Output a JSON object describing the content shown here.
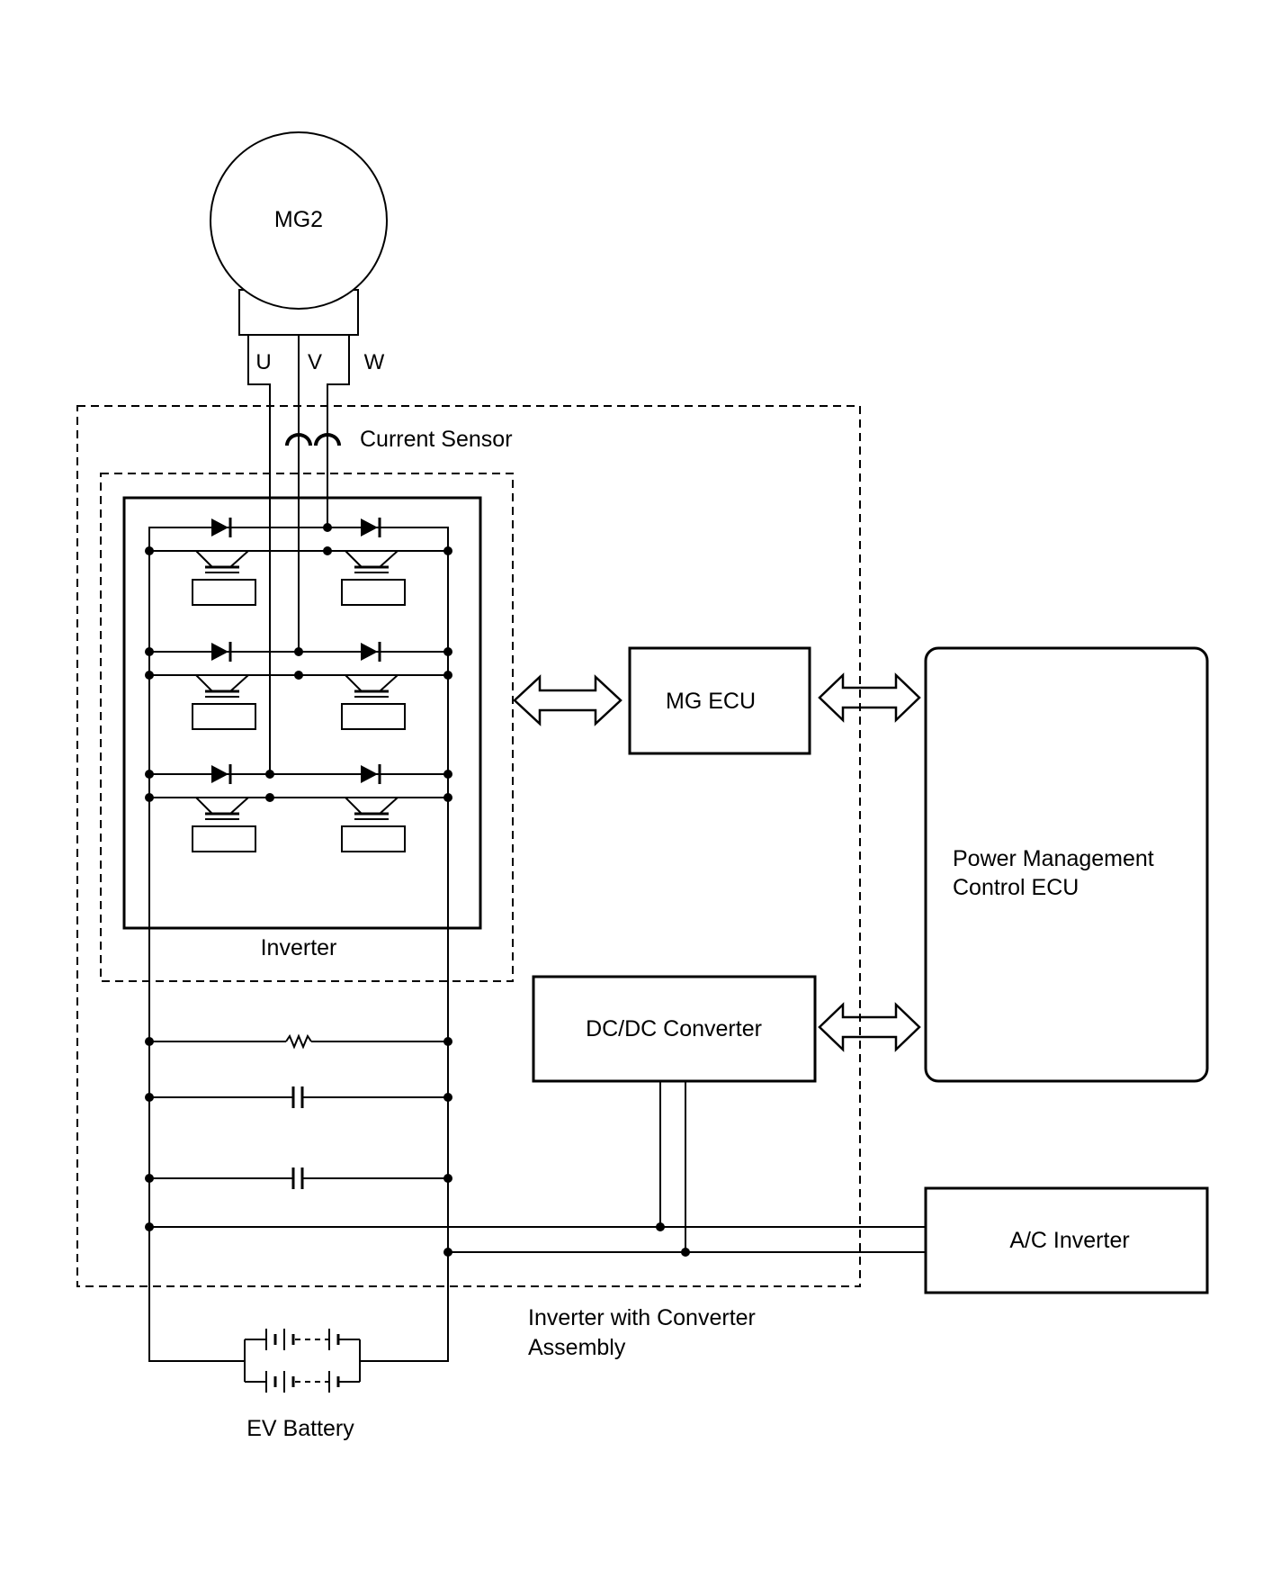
{
  "labels": {
    "motor": "MG2",
    "phase_u": "U",
    "phase_v": "V",
    "phase_w": "W",
    "current_sensor": "Current Sensor",
    "inverter": "Inverter",
    "mg_ecu": "MG ECU",
    "pm_ecu_line1": "Power Management",
    "pm_ecu_line2": "Control ECU",
    "dcdc": "DC/DC Converter",
    "ac_inverter": "A/C Inverter",
    "assembly_line1": "Inverter with Converter",
    "assembly_line2": "Assembly",
    "battery": "EV Battery"
  }
}
